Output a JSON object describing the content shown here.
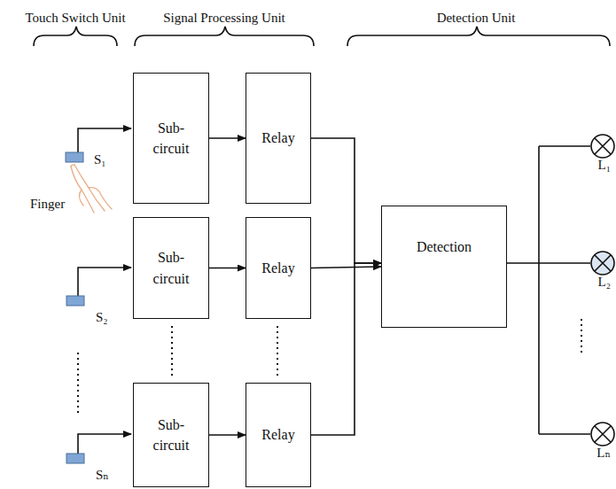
{
  "diagram": {
    "nodes": [
      {
        "text": [
          "Sub- circuit"
        ]
      },
      {
        "text": [
          "Relay"
        ]
      },
      {
        "text": [
          "Sub- circuit"
        ]
      },
      {
        "text": [
          "Relay"
        ]
      },
      {
        "text": [
          "Sub- circuit"
        ]
      },
      {
        "text": [
          "Relay"
        ]
      },
      {
        "text": [
          "Detection"
        ]
      }
    ],
    "edges": [
      {
        "from": 0,
        "to": 1,
        "arrow": "to"
      },
      {
        "from": 2,
        "to": 3,
        "arrow": "to"
      },
      {
        "from": 4,
        "to": 5,
        "arrow": "to"
      },
      {
        "from": 1,
        "to": 6,
        "arrow": "to"
      },
      {
        "from": 3,
        "to": 6,
        "arrow": "to"
      },
      {
        "from": 5,
        "to": 6,
        "arrow": "to"
      }
    ],
    "labels": [
      "Touch Switch Unit",
      "Signal Processing Unit",
      "Detection Unit",
      "Finger",
      "S₁",
      "S₂",
      "Sₙ",
      "L₁",
      "L₂",
      "Lₙ"
    ]
  }
}
